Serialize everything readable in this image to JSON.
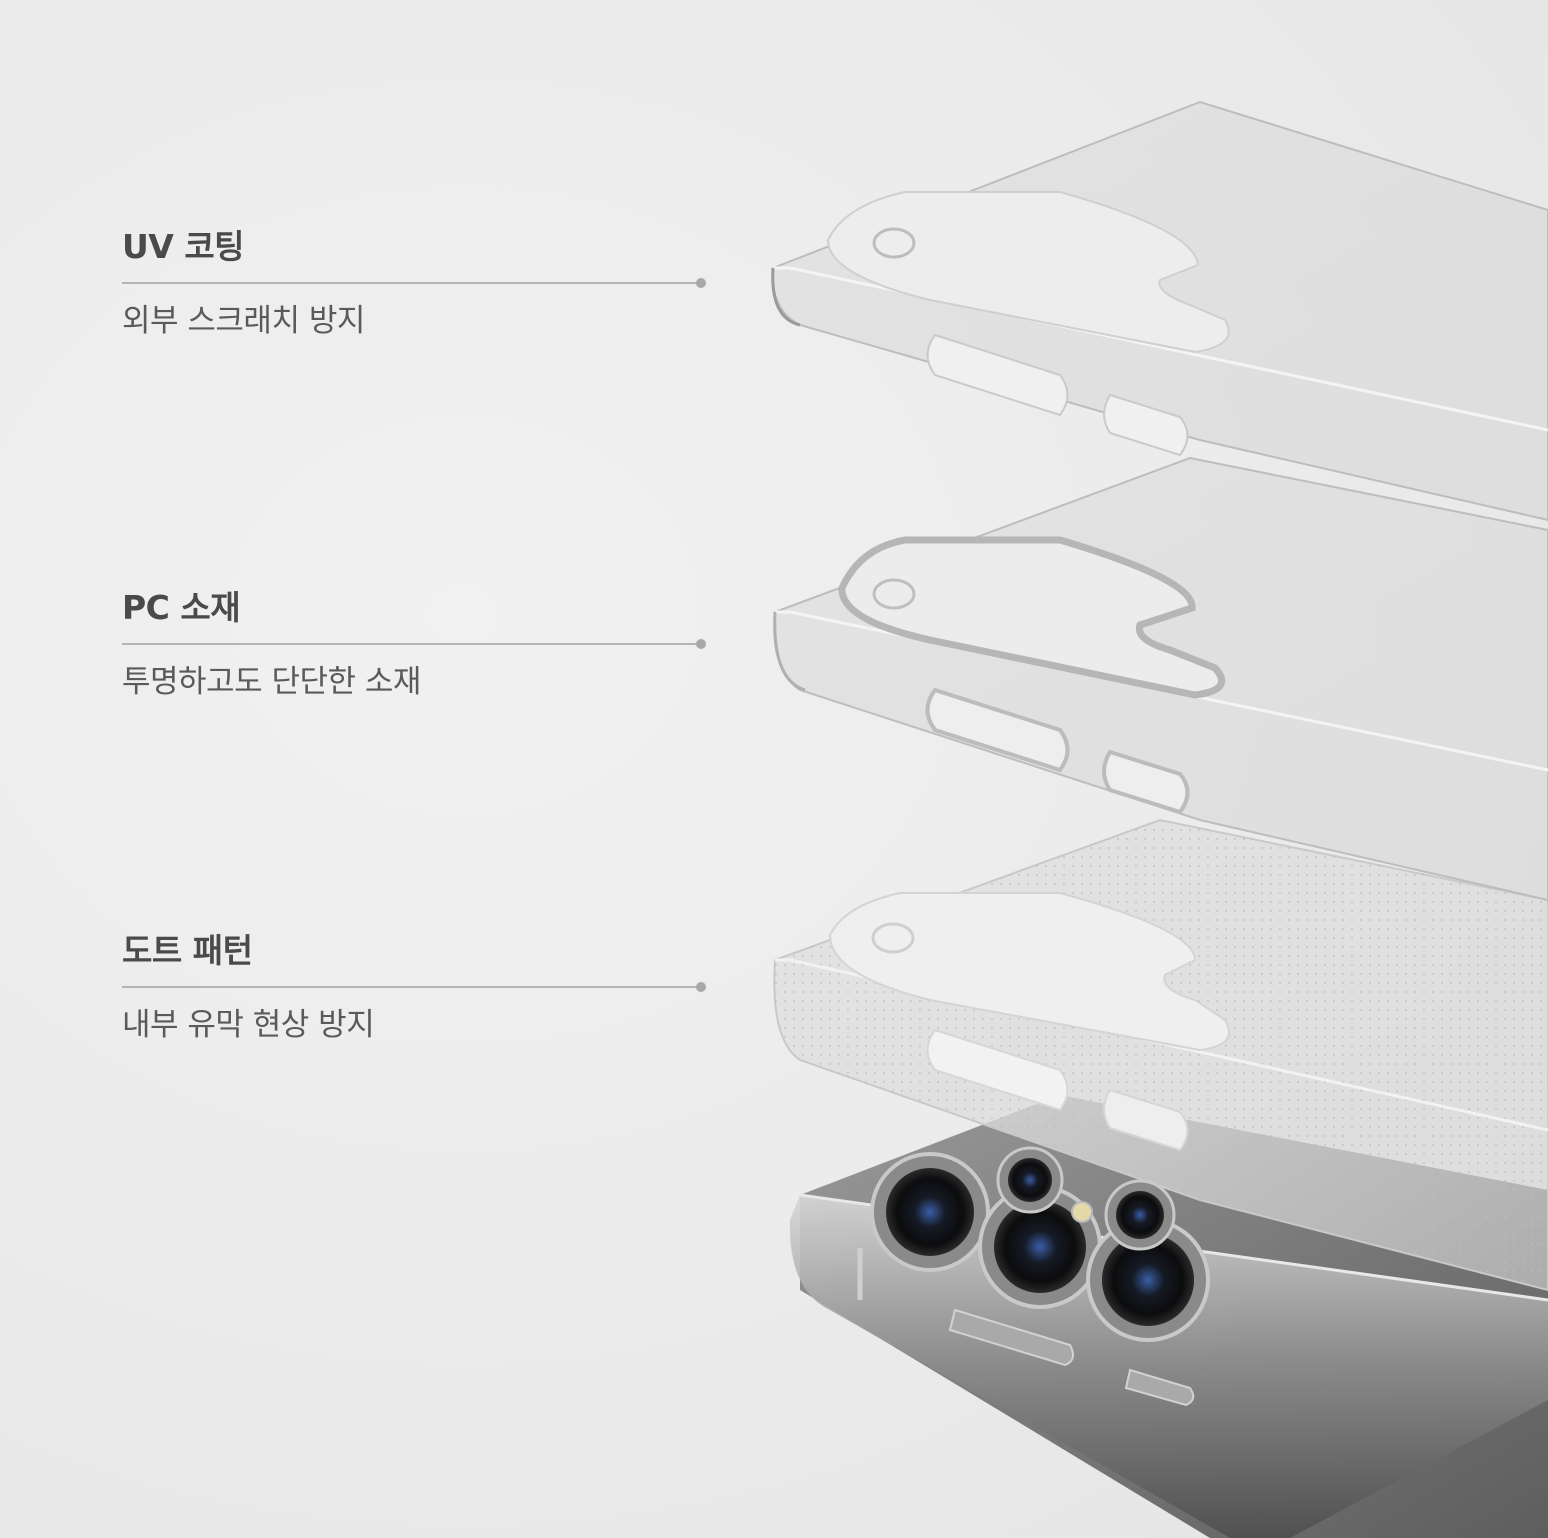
{
  "features": [
    {
      "title": "UV 코팅",
      "description": "외부 스크래치 방지"
    },
    {
      "title": "PC 소재",
      "description": "투명하고도 단단한 소재"
    },
    {
      "title": "도트 패턴",
      "description": "내부 유막 현상 방지"
    }
  ],
  "colors": {
    "background": "#ececec",
    "title_text": "#4a4a4a",
    "description_text": "#5a5a5a",
    "divider": "#b4b4b4",
    "phone_body": "#7b7b7b"
  }
}
